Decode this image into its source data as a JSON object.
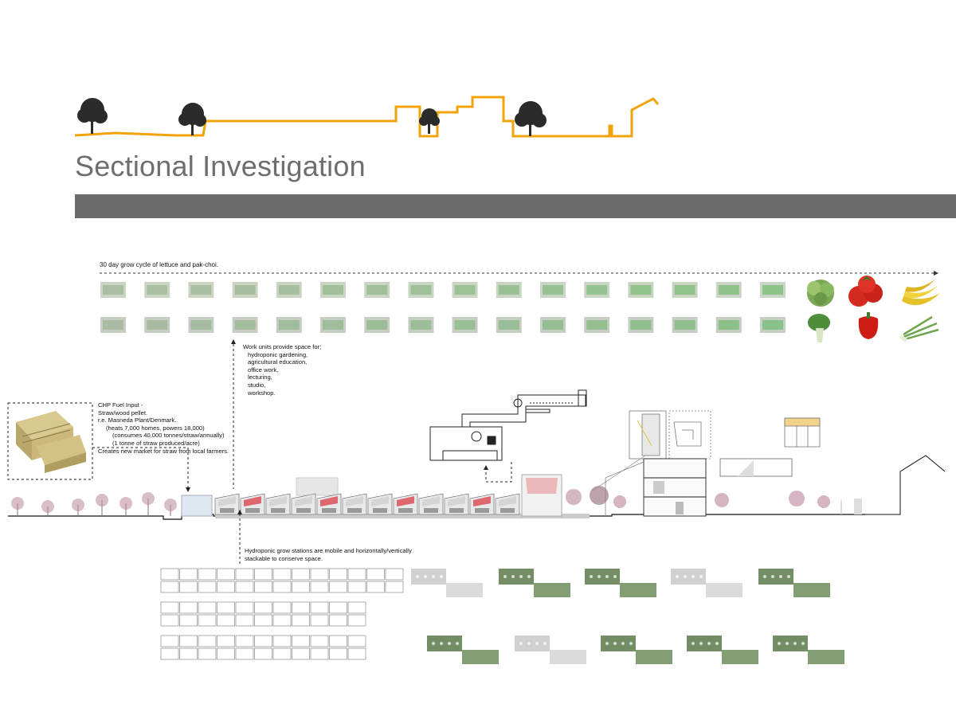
{
  "title": "Sectional Investigation",
  "grow_cycle": {
    "label": "30 day grow cycle of lettuce and pak-choi.",
    "frames_per_row": 16
  },
  "produce": [
    "lettuce",
    "tomatoes",
    "bananas",
    "pak-choi",
    "red pepper",
    "spring onion"
  ],
  "work_units": {
    "heading": "Work units provide space for;",
    "items": [
      "hydroponic gardening,",
      "agricultural education,",
      "office work,",
      "lecturing,",
      "studio,",
      "workshop."
    ]
  },
  "chp": {
    "lines": [
      "CHP Fuel Input -",
      "Straw/wood pellet.",
      "r.e. Masneda Plant/Denmark.",
      "(heats 7,000 homes, powers 18,000)",
      "(consumes 40,000 tonnes/straw/annually)",
      "(1 tonne of straw produced/acre)",
      "Creates new market for straw from local farmers."
    ]
  },
  "hydroponic": {
    "lines": [
      "Hydroponic grow stations are mobile and horizontally/vertically",
      "stackable to conserve space."
    ]
  },
  "colors": {
    "accent": "#f0a30a",
    "band": "#6b6b6b",
    "title": "#6e6e6e",
    "red": "#d9484f",
    "green": "#5b7a4a",
    "blossom": "#b9869a"
  }
}
